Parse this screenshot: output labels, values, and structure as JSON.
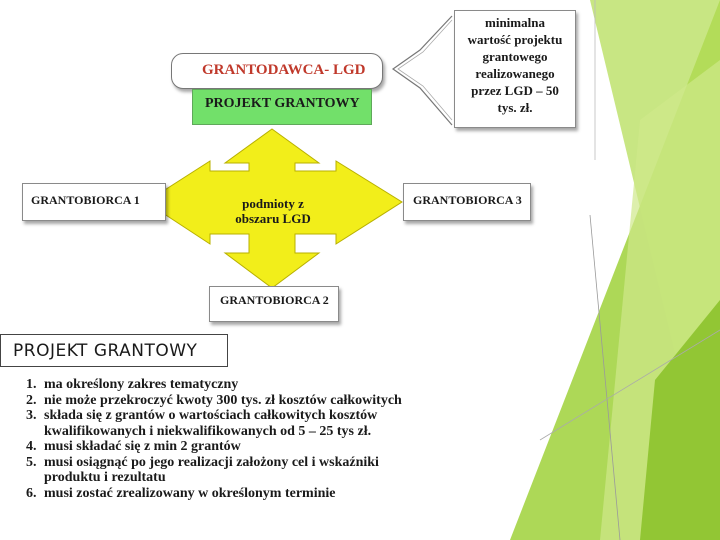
{
  "diagram": {
    "grantodawca": "GRANTODAWCA- LGD",
    "projekt_box": "PROJEKT GRANTOWY",
    "callout_lines": [
      "minimalna",
      "wartość projektu",
      "grantowego",
      "realizowanego",
      "przez LGD – 50",
      "tys. zł."
    ],
    "center_lines": [
      "podmioty z",
      "obszaru LGD"
    ],
    "grantobiorca_1": "GRANTOBIORCA 1",
    "grantobiorca_2": "GRANTOBIORCA 2",
    "grantobiorca_3": "GRANTOBIORCA 3",
    "colors": {
      "arrow_fill": "#f2ee1a",
      "projekt_fill": "#72e06a",
      "grantodawca_text": "#c0392b",
      "deco_green": "#9fd13a"
    }
  },
  "section": {
    "title": "PROJEKT GRANTOWY",
    "items": [
      {
        "num": "1.",
        "lines": [
          "ma  określony zakres tematyczny"
        ]
      },
      {
        "num": "2.",
        "lines": [
          "nie może przekroczyć kwoty 300 tys. zł kosztów całkowitych"
        ]
      },
      {
        "num": "3.",
        "lines": [
          "składa się z grantów o wartościach całkowitych kosztów",
          "kwalifikowanych i niekwalifikowanych od 5 – 25 tys zł."
        ]
      },
      {
        "num": "4.",
        "lines": [
          "musi składać się z min 2 grantów"
        ]
      },
      {
        "num": "5.",
        "lines": [
          "musi osiągnąć po jego realizacji założony cel  i wskaźniki",
          "produktu i rezultatu"
        ]
      },
      {
        "num": "6.",
        "lines": [
          "musi zostać zrealizowany w określonym terminie"
        ]
      }
    ]
  }
}
